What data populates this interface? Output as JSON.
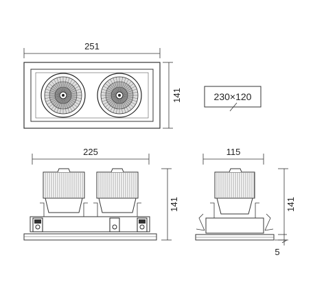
{
  "dimensions": {
    "top_width": "251",
    "top_height": "141",
    "cutout": "230×120",
    "front_width": "225",
    "front_height": "141",
    "side_width": "115",
    "side_height": "141",
    "side_flange": "5"
  }
}
